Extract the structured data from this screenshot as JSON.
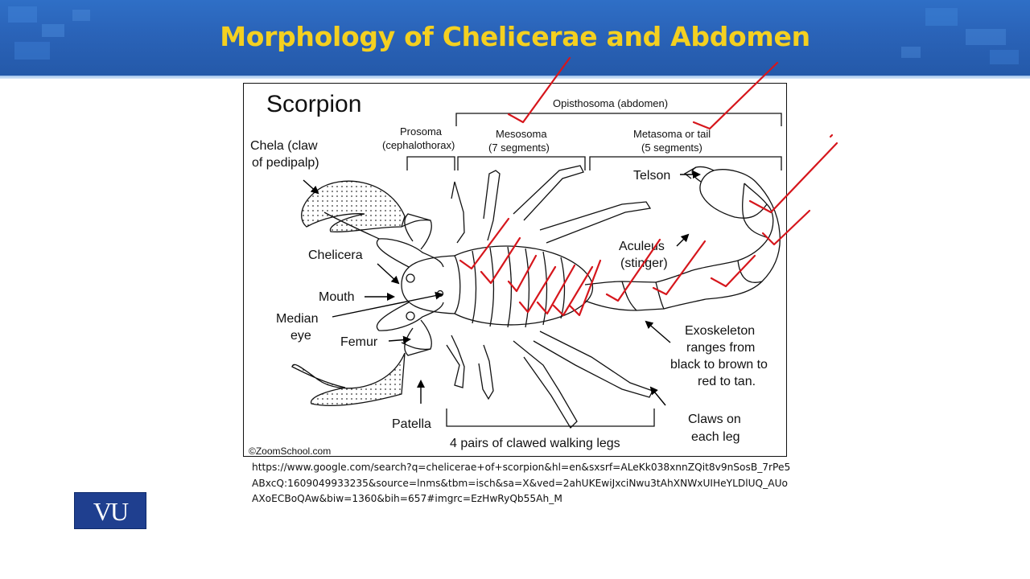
{
  "slide": {
    "title": "Morphology of Chelicerae and Abdomen",
    "source": "https://www.google.com/search?q=chelicerae+of+scorpion&hl=en&sxsrf=ALeKk038xnnZQit8v9nSosB_7rPe5ABxcQ:1609049933235&source=lnms&tbm=isch&sa=X&ved=2ahUKEwiJxciNwu3tAhXNWxUIHeYLDlUQ_AUoAXoECBoQAw&biw=1360&bih=657#imgrc=EzHwRyQb55Ah_M",
    "logo": "VU",
    "colors": {
      "banner": "#2a63b8",
      "title": "#f4d020",
      "ink": "#d6161c"
    }
  },
  "diagram": {
    "title": "Scorpion",
    "opisthosoma": "Opisthosoma (abdomen)",
    "prosoma": [
      "Prosoma",
      "(cephalothorax)"
    ],
    "mesosoma": [
      "Mesosoma",
      "(7 segments)"
    ],
    "metasoma": [
      "Metasoma or tail",
      "(5 segments)"
    ],
    "chela": [
      "Chela (claw",
      "of pedipalp)"
    ],
    "chelicera": "Chelicera",
    "mouth": "Mouth",
    "median_eye": [
      "Median",
      "eye"
    ],
    "femur": "Femur",
    "patella": "Patella",
    "telson": "Telson",
    "aculeus": [
      "Aculeus",
      "(stinger)"
    ],
    "exoskeleton": [
      "Exoskeleton",
      "ranges from",
      "black to brown to",
      "red to tan."
    ],
    "claws": [
      "Claws on",
      "each leg"
    ],
    "legs": "4 pairs of clawed walking legs",
    "credit": "©ZoomSchool.com"
  }
}
